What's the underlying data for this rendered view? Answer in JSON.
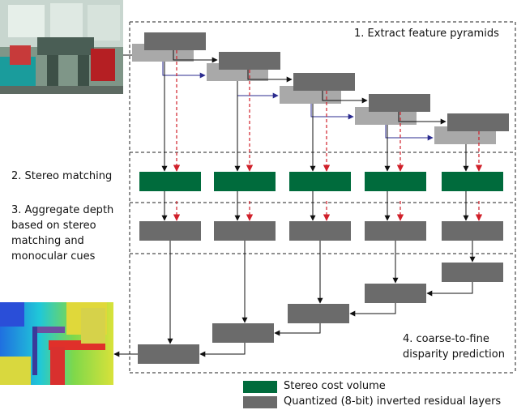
{
  "section_labels": {
    "extract": "1. Extract feature pyramids",
    "stereo": "2. Stereo matching",
    "aggregate": [
      "3. Aggregate depth",
      "based on stereo",
      "matching and",
      "monocular cues"
    ],
    "coarse": [
      "4. coarse-to-fine",
      "disparity prediction"
    ]
  },
  "legend": [
    {
      "label": "Stereo cost volume",
      "color": "#006b3c"
    },
    {
      "label": "Quantized (8-bit) inverted residual layers",
      "color": "#6b6b6b"
    }
  ],
  "colors": {
    "dark_block": "#6b6b6b",
    "light_block": "#a9a9a9",
    "stereo_block": "#006b3c",
    "blue_arrow": "#2b2b8f",
    "red_arrow": "#d0202a"
  },
  "images": {
    "input_photo": "stereo-input-photo",
    "output_map": "disparity-output-map"
  }
}
